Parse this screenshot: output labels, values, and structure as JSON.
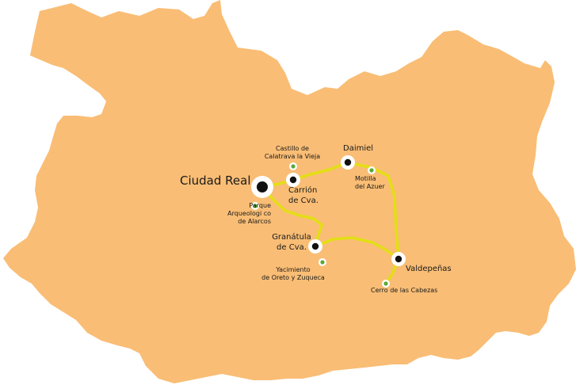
{
  "colors": {
    "province": "#f9bd75",
    "route": "#e3df14",
    "city_dot": "#111111",
    "site_dot": "#5aa837",
    "background": "#ffffff"
  },
  "cities": [
    {
      "id": "ciudad-real",
      "name": "Ciudad Real",
      "capital": true
    },
    {
      "id": "carrion",
      "name": "Carrión\nde Cva."
    },
    {
      "id": "daimiel",
      "name": "Daimiel"
    },
    {
      "id": "granatula",
      "name": "Granátula\nde Cva."
    },
    {
      "id": "valdepenas",
      "name": "Valdepeñas"
    }
  ],
  "sites": [
    {
      "id": "castillo",
      "name": "Castillo de\nCalatrava la Vieja"
    },
    {
      "id": "motilla",
      "name": "Motilla\ndel Azuer"
    },
    {
      "id": "alarcos",
      "name": "Parque\nArqueologi co\nde Alarcos"
    },
    {
      "id": "oreto",
      "name": "Yacimiento\nde Oreto y Zuqueca"
    },
    {
      "id": "cerro",
      "name": "Cerro de las Cabezas"
    }
  ]
}
